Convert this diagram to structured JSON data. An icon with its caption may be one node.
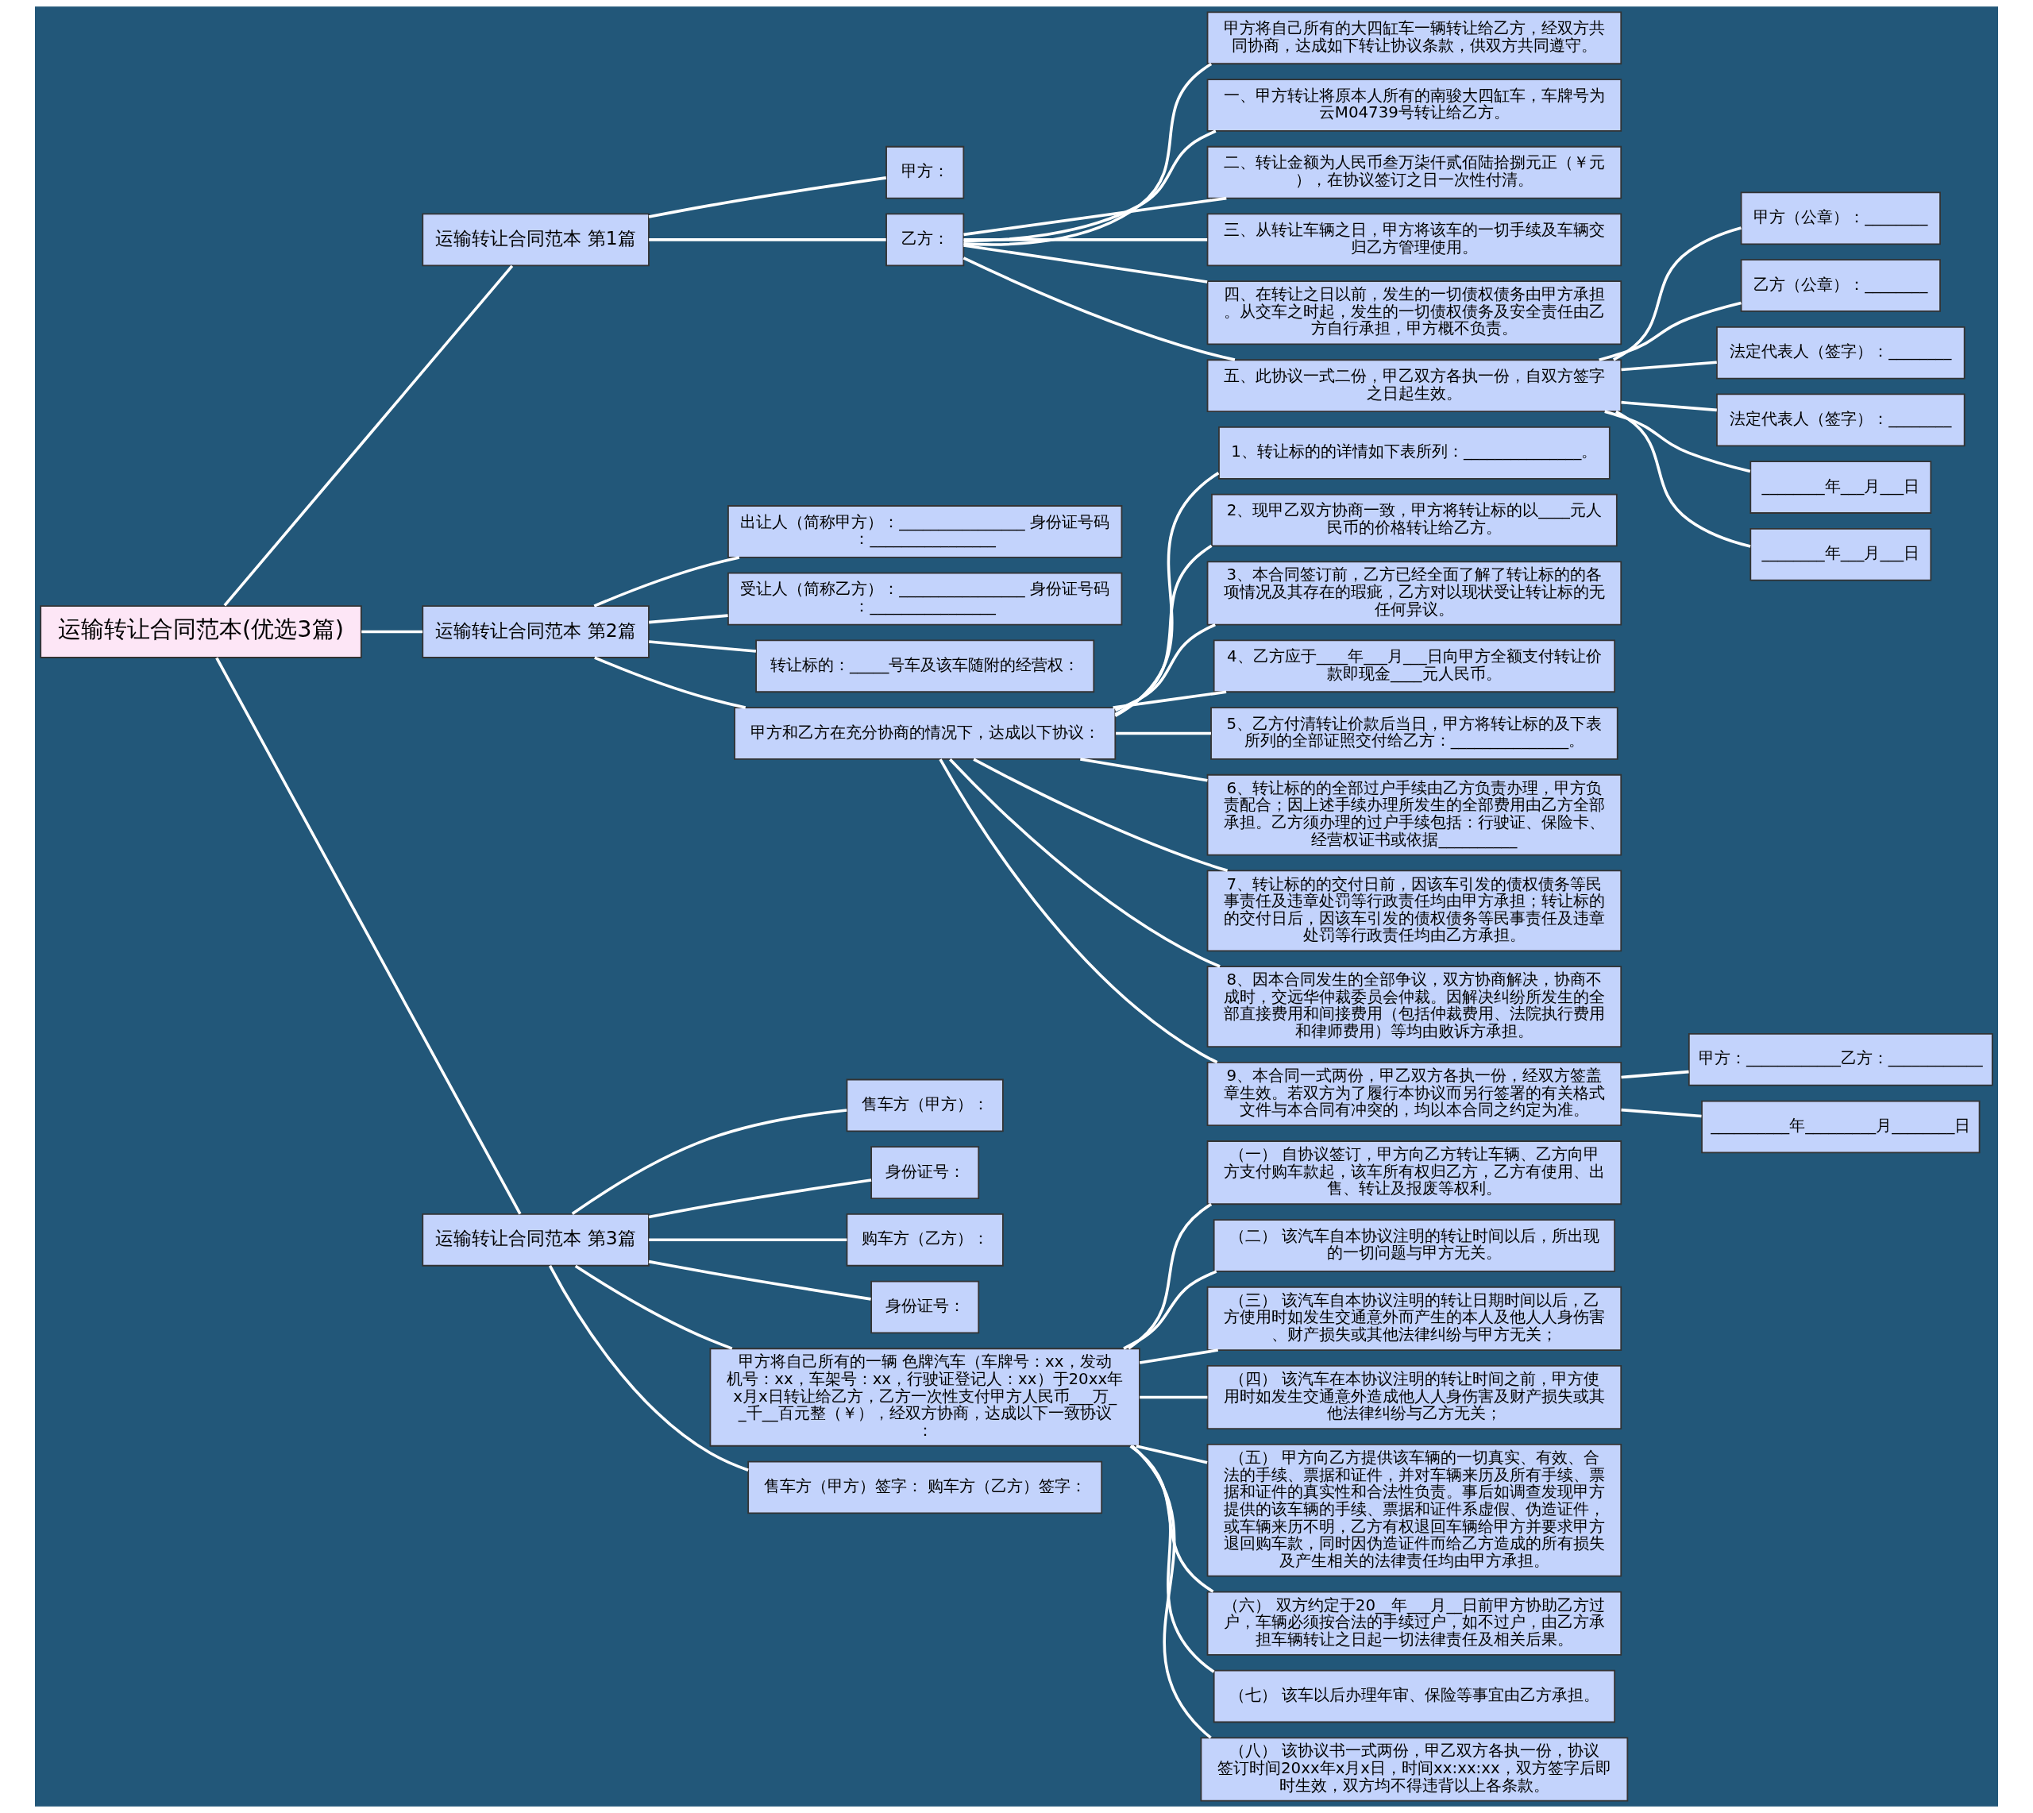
{
  "diagram": {
    "nodes": [
      {
        "text": [
          "运输转让合同范本(优选3篇)"
        ]
      },
      {
        "text": [
          "运输转让合同范本 第1篇"
        ]
      },
      {
        "text": [
          "甲方："
        ]
      },
      {
        "text": [
          "乙方："
        ]
      },
      {
        "text": [
          "甲方将自己所有的大四缸车一辆转让给乙方，经双方共同协商，达成如下转让协议条款，供双方共同遵守。"
        ]
      },
      {
        "text": [
          "一、甲方转让将原本人所有的南骏大四缸车，车牌号为云M04739号转让给乙方。"
        ]
      },
      {
        "text": [
          "二、转让金额为人民币叁万柒仟贰佰陆拾捌元正（￥元），在协议签订之日一次性付清。"
        ]
      },
      {
        "text": [
          "三、从转让车辆之日，甲方将该车的一切手续及车辆交归乙方管理使用。"
        ]
      },
      {
        "text": [
          "四、在转让之日以前，发生的一切债权债务由甲方承担。从交车之时起，发生的一切债权债务及安全责任由乙方自行承担，甲方概不负责。"
        ]
      },
      {
        "text": [
          "五、此协议一式二份，甲乙双方各执一份，自双方签字之日起生效。"
        ]
      },
      {
        "text": [
          "甲方（公章）：________"
        ]
      },
      {
        "text": [
          "乙方（公章）：________"
        ]
      },
      {
        "text": [
          "法定代表人（签字）：________"
        ]
      },
      {
        "text": [
          "法定代表人（签字）：________"
        ]
      },
      {
        "text": [
          "________年___月___日"
        ]
      },
      {
        "text": [
          "________年___月___日"
        ]
      },
      {
        "text": [
          "运输转让合同范本 第2篇"
        ]
      },
      {
        "text": [
          "出让人（简称甲方）：________________ 身份证号码：________________"
        ]
      },
      {
        "text": [
          "受让人（简称乙方）：________________ 身份证号码：________________"
        ]
      },
      {
        "text": [
          "转让标的：_____号车及该车随附的经营权："
        ]
      },
      {
        "text": [
          "甲方和乙方在充分协商的情况下，达成以下协议："
        ]
      },
      {
        "text": [
          "1、转让标的的详情如下表所列：_______________。"
        ]
      },
      {
        "text": [
          "2、现甲乙双方协商一致，甲方将转让标的以____元人民币的价格转让给乙方。"
        ]
      },
      {
        "text": [
          "3、本合同签订前，乙方已经全面了解了转让标的的各项情况及其存在的瑕疵，乙方对以现状受让转让标的无任何异议。"
        ]
      },
      {
        "text": [
          "4、乙方应于____年___月___日向甲方全额支付转让价款即现金____元人民币。"
        ]
      },
      {
        "text": [
          "5、乙方付清转让价款后当日，甲方将转让标的及下表所列的全部证照交付给乙方：_______________。"
        ]
      },
      {
        "text": [
          "6、转让标的的全部过户手续由乙方负责办理，甲方负责配合；因上述手续办理所发生的全部费用由乙方全部承担。乙方须办理的过户手续包括：行驶证、保险卡、经营权证书或依据__________"
        ]
      },
      {
        "text": [
          "7、转让标的的交付日前，因该车引发的债权债务等民事责任及违章处罚等行政责任均由甲方承担；转让标的的交付日后，因该车引发的债权债务等民事责任及违章处罚等行政责任均由乙方承担。"
        ]
      },
      {
        "text": [
          "8、因本合同发生的全部争议，双方协商解决，协商不成时，交远华仲裁委员会仲裁。因解决纠纷所发生的全部直接费用和间接费用（包括仲裁费用、法院执行费用和律师费用）等均由败诉方承担。"
        ]
      },
      {
        "text": [
          "9、本合同一式两份，甲乙双方各执一份，经双方签盖章生效。若双方为了履行本协议而另行签署的有关格式文件与本合同有冲突的，均以本合同之约定为准。"
        ]
      },
      {
        "text": [
          "甲方：____________乙方：____________"
        ]
      },
      {
        "text": [
          "__________年_________月________日"
        ]
      },
      {
        "text": [
          "运输转让合同范本 第3篇"
        ]
      },
      {
        "text": [
          "售车方（甲方）："
        ]
      },
      {
        "text": [
          "身份证号："
        ]
      },
      {
        "text": [
          "购车方（乙方）："
        ]
      },
      {
        "text": [
          "身份证号："
        ]
      },
      {
        "text": [
          "甲方将自己所有的一辆 色牌汽车（车牌号：xx，发动机号：xx，车架号：xx，行驶证登记人：xx）于20xx年x月x日转让给乙方，乙方一次性支付甲方人民币___万__千__百元整（￥），经双方协商，达成以下一致协议："
        ]
      },
      {
        "text": [
          "（一） 自协议签订，甲方向乙方转让车辆、乙方向甲方支付购车款起，该车所有权归乙方，乙方有使用、出售、转让及报废等权利。"
        ]
      },
      {
        "text": [
          "（二） 该汽车自本协议注明的转让时间以后，所出现的一切问题与甲方无关。"
        ]
      },
      {
        "text": [
          "（三） 该汽车自本协议注明的转让日期时间以后，乙方使用时如发生交通意外而产生的本人及他人人身伤害、财产损失或其他法律纠纷与甲方无关；"
        ]
      },
      {
        "text": [
          "（四） 该汽车在本协议注明的转让时间之前，甲方使用时如发生交通意外造成他人人身伤害及财产损失或其他法律纠纷与乙方无关；"
        ]
      },
      {
        "text": [
          "（五） 甲方向乙方提供该车辆的一切真实、有效、合法的手续、票据和证件，并对车辆来历及所有手续、票据和证件的真实性和合法性负责。事后如调查发现甲方提供的该车辆的手续、票据和证件系虚假、伪造证件，或车辆来历不明，乙方有权退回车辆给甲方并要求甲方退回购车款，同时因伪造证件而给乙方造成的所有损失及产生相关的法律责任均由甲方承担。"
        ]
      },
      {
        "text": [
          "（六） 双方约定于20__年___月__日前甲方协助乙方过户，车辆必须按合法的手续过户，如不过户，由乙方承担车辆转让之日起一切法律责任及相关后果。"
        ]
      },
      {
        "text": [
          "（七） 该车以后办理年审、保险等事宜由乙方承担。"
        ]
      },
      {
        "text": [
          "（八） 该协议书一式两份，甲乙双方各执一份，协议签订时间20xx年x月x日，时间xx:xx:xx，双方签字后即时生效，双方均不得违背以上各条款。"
        ]
      },
      {
        "text": [
          "售车方（甲方）签字： 购车方（乙方）签字："
        ]
      }
    ],
    "edges": [
      {
        "from": 0,
        "to": 1,
        "arrow": "none"
      },
      {
        "from": 1,
        "to": 2,
        "arrow": "none"
      },
      {
        "from": 1,
        "to": 3,
        "arrow": "none"
      },
      {
        "from": 3,
        "to": 4,
        "arrow": "none"
      },
      {
        "from": 3,
        "to": 5,
        "arrow": "none"
      },
      {
        "from": 3,
        "to": 6,
        "arrow": "none"
      },
      {
        "from": 3,
        "to": 7,
        "arrow": "none"
      },
      {
        "from": 3,
        "to": 8,
        "arrow": "none"
      },
      {
        "from": 3,
        "to": 9,
        "arrow": "none"
      },
      {
        "from": 9,
        "to": 10,
        "arrow": "none"
      },
      {
        "from": 9,
        "to": 11,
        "arrow": "none"
      },
      {
        "from": 9,
        "to": 12,
        "arrow": "none"
      },
      {
        "from": 9,
        "to": 13,
        "arrow": "none"
      },
      {
        "from": 9,
        "to": 14,
        "arrow": "none"
      },
      {
        "from": 9,
        "to": 15,
        "arrow": "none"
      },
      {
        "from": 0,
        "to": 16,
        "arrow": "none"
      },
      {
        "from": 16,
        "to": 17,
        "arrow": "none"
      },
      {
        "from": 16,
        "to": 18,
        "arrow": "none"
      },
      {
        "from": 16,
        "to": 19,
        "arrow": "none"
      },
      {
        "from": 16,
        "to": 20,
        "arrow": "none"
      },
      {
        "from": 20,
        "to": 21,
        "arrow": "none"
      },
      {
        "from": 20,
        "to": 22,
        "arrow": "none"
      },
      {
        "from": 20,
        "to": 23,
        "arrow": "none"
      },
      {
        "from": 20,
        "to": 24,
        "arrow": "none"
      },
      {
        "from": 20,
        "to": 25,
        "arrow": "none"
      },
      {
        "from": 20,
        "to": 26,
        "arrow": "none"
      },
      {
        "from": 20,
        "to": 27,
        "arrow": "none"
      },
      {
        "from": 20,
        "to": 28,
        "arrow": "none"
      },
      {
        "from": 20,
        "to": 29,
        "arrow": "none"
      },
      {
        "from": 29,
        "to": 30,
        "arrow": "none"
      },
      {
        "from": 29,
        "to": 31,
        "arrow": "none"
      },
      {
        "from": 0,
        "to": 32,
        "arrow": "none"
      },
      {
        "from": 32,
        "to": 33,
        "arrow": "none"
      },
      {
        "from": 32,
        "to": 34,
        "arrow": "none"
      },
      {
        "from": 32,
        "to": 35,
        "arrow": "none"
      },
      {
        "from": 32,
        "to": 36,
        "arrow": "none"
      },
      {
        "from": 32,
        "to": 37,
        "arrow": "none"
      },
      {
        "from": 37,
        "to": 38,
        "arrow": "none"
      },
      {
        "from": 37,
        "to": 39,
        "arrow": "none"
      },
      {
        "from": 37,
        "to": 40,
        "arrow": "none"
      },
      {
        "from": 37,
        "to": 41,
        "arrow": "none"
      },
      {
        "from": 37,
        "to": 42,
        "arrow": "none"
      },
      {
        "from": 37,
        "to": 43,
        "arrow": "none"
      },
      {
        "from": 37,
        "to": 44,
        "arrow": "none"
      },
      {
        "from": 37,
        "to": 45,
        "arrow": "none"
      },
      {
        "from": 32,
        "to": 46,
        "arrow": "none"
      }
    ]
  }
}
